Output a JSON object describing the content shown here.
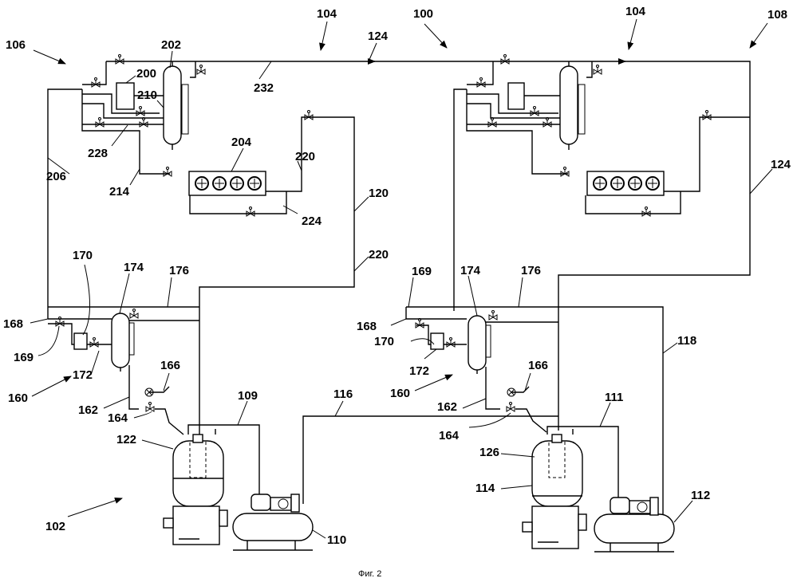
{
  "figure": {
    "caption": "Фиг. 2",
    "labels": {
      "l100": "100",
      "l102": "102",
      "l104a": "104",
      "l104b": "104",
      "l106": "106",
      "l108": "108",
      "l109": "109",
      "l110": "110",
      "l111": "111",
      "l112": "112",
      "l114": "114",
      "l116": "116",
      "l118": "118",
      "l120": "120",
      "l122": "122",
      "l124a": "124",
      "l124b": "124",
      "l126": "126",
      "l160a": "160",
      "l160b": "160",
      "l162a": "162",
      "l162b": "162",
      "l164a": "164",
      "l164b": "164",
      "l166a": "166",
      "l166b": "166",
      "l168a": "168",
      "l168b": "168",
      "l169a": "169",
      "l169b": "169",
      "l170a": "170",
      "l170b": "170",
      "l172a": "172",
      "l172b": "172",
      "l174a": "174",
      "l174b": "174",
      "l176a": "176",
      "l176b": "176",
      "l200": "200",
      "l202": "202",
      "l204": "204",
      "l206": "206",
      "l210": "210",
      "l214": "214",
      "l220a": "220",
      "l220b": "220",
      "l224": "224",
      "l228": "228",
      "l232": "232"
    }
  }
}
